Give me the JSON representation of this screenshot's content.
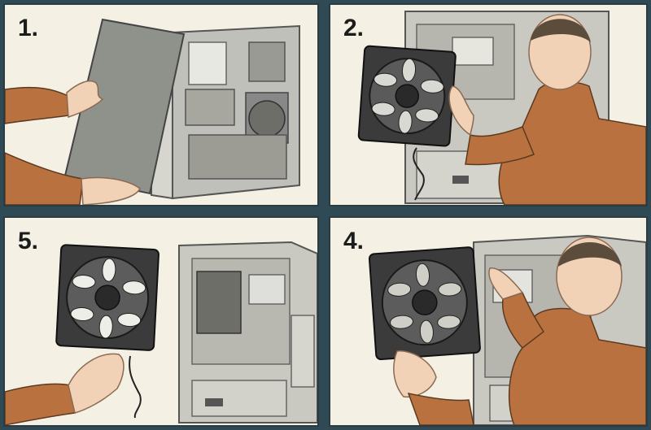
{
  "steps": [
    {
      "label": "1."
    },
    {
      "label": "2."
    },
    {
      "label": "5."
    },
    {
      "label": "4."
    }
  ],
  "colors": {
    "frame": "#2f4a55",
    "panel_bg": "#f4f1e4",
    "sleeve": "#b9723f",
    "skin": "#f2d2b6",
    "fan": "#3b3b3b",
    "case": "#c9c9c2"
  }
}
